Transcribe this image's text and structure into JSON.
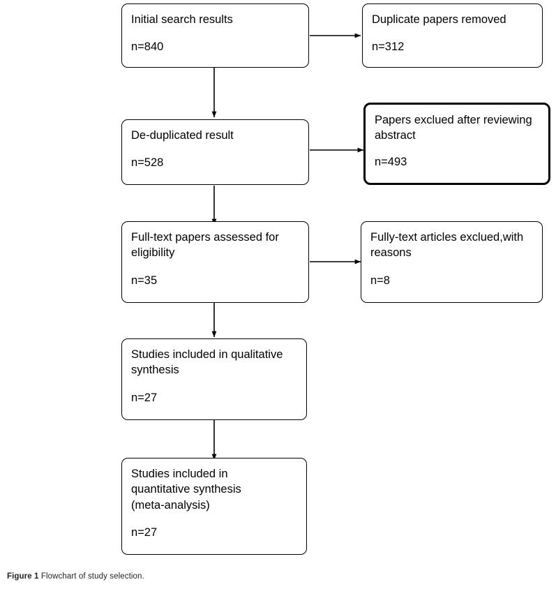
{
  "figure": {
    "caption_label": "Figure 1",
    "caption_text": "Flowchart of study selection.",
    "ink_color": "#000000",
    "background_color": "#ffffff"
  },
  "flowchart": {
    "nodes": [
      {
        "id": "initial-search-results",
        "title": "Initial search results",
        "count": "n=840",
        "emphasis": "normal"
      },
      {
        "id": "duplicate-papers-removed",
        "title": "Duplicate papers removed",
        "count": "n=312",
        "emphasis": "normal"
      },
      {
        "id": "de-duplicated-result",
        "title": "De-duplicated result",
        "count": "n=528",
        "emphasis": "normal"
      },
      {
        "id": "papers-exclued-after-reviewing-abstract",
        "title": "Papers exclued after reviewing\nabstract",
        "count": "n=493",
        "emphasis": "thick"
      },
      {
        "id": "full-text-papers-assessed",
        "title": "Full-text papers assessed for\neligibility",
        "count": "n=35",
        "emphasis": "normal"
      },
      {
        "id": "fully-text-articles-exclued",
        "title": "Fully-text articles exclued,with\nreasons",
        "count": "n=8",
        "emphasis": "normal"
      },
      {
        "id": "studies-included-qualitative-synthesis",
        "title": "Studies included in qualitative\nsynthesis",
        "count": "n=27",
        "emphasis": "normal"
      },
      {
        "id": "studies-included-quantitative-synthesis",
        "title": "Studies included in\nquantitative synthesis\n(meta-analysis)",
        "count": "n=27",
        "emphasis": "normal"
      }
    ],
    "edges": [
      {
        "from": "initial-search-results",
        "to": "duplicate-papers-removed",
        "direction": "right"
      },
      {
        "from": "initial-search-results",
        "to": "de-duplicated-result",
        "direction": "down"
      },
      {
        "from": "de-duplicated-result",
        "to": "papers-exclued-after-reviewing-abstract",
        "direction": "right"
      },
      {
        "from": "de-duplicated-result",
        "to": "full-text-papers-assessed",
        "direction": "down"
      },
      {
        "from": "full-text-papers-assessed",
        "to": "fully-text-articles-exclued",
        "direction": "right"
      },
      {
        "from": "full-text-papers-assessed",
        "to": "studies-included-qualitative-synthesis",
        "direction": "down"
      },
      {
        "from": "studies-included-qualitative-synthesis",
        "to": "studies-included-quantitative-synthesis",
        "direction": "down"
      }
    ]
  }
}
